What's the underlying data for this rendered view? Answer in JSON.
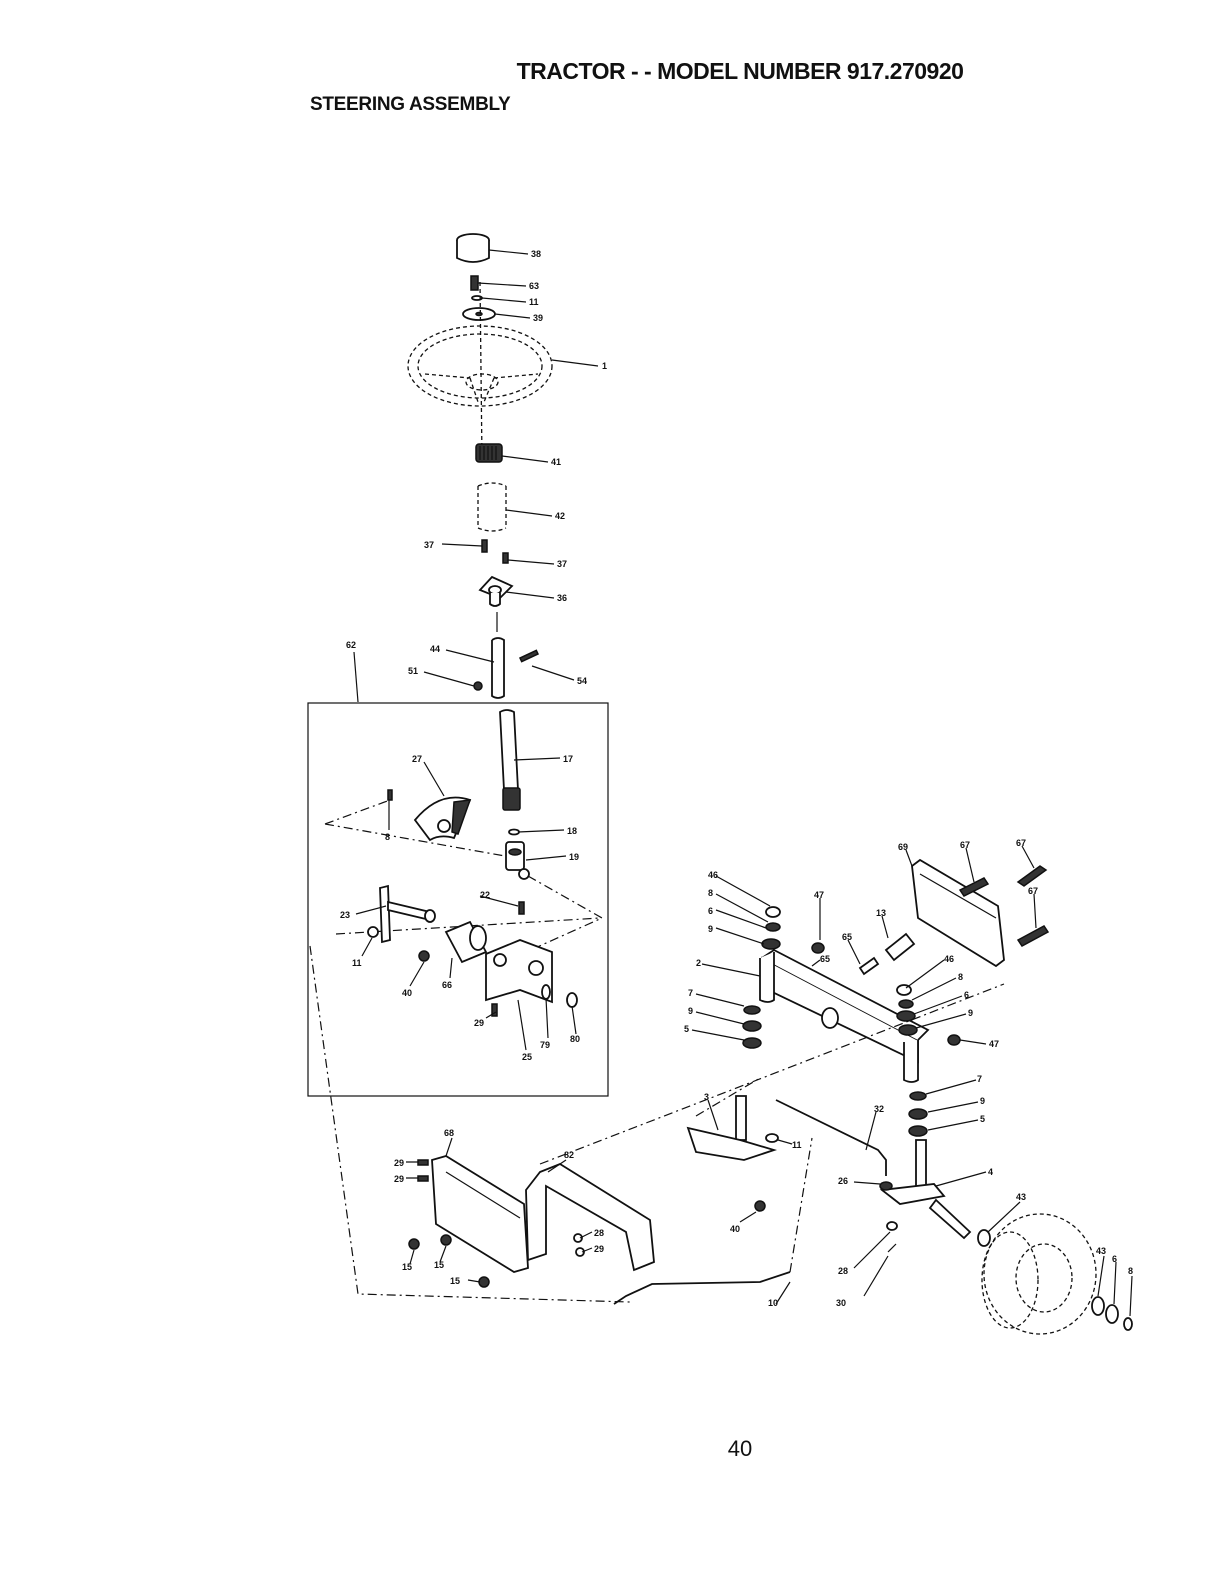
{
  "header": {
    "title": "TRACTOR - - MODEL NUMBER 917.270920",
    "subtitle": "STEERING ASSEMBLY"
  },
  "page_number": "40",
  "callouts": [
    "38",
    "63",
    "11",
    "39",
    "1",
    "41",
    "42",
    "37",
    "37",
    "36",
    "62",
    "44",
    "51",
    "54",
    "17",
    "27",
    "8",
    "18",
    "19",
    "22",
    "23",
    "11",
    "40",
    "66",
    "29",
    "79",
    "80",
    "25",
    "69",
    "67",
    "67",
    "67",
    "46",
    "8",
    "6",
    "9",
    "47",
    "13",
    "65",
    "65",
    "2",
    "46",
    "8",
    "6",
    "9",
    "7",
    "9",
    "5",
    "47",
    "7",
    "9",
    "5",
    "3",
    "11",
    "32",
    "4",
    "26",
    "28",
    "30",
    "43",
    "43",
    "6",
    "8",
    "40",
    "10",
    "68",
    "82",
    "29",
    "29",
    "28",
    "29",
    "15",
    "15",
    "15"
  ]
}
